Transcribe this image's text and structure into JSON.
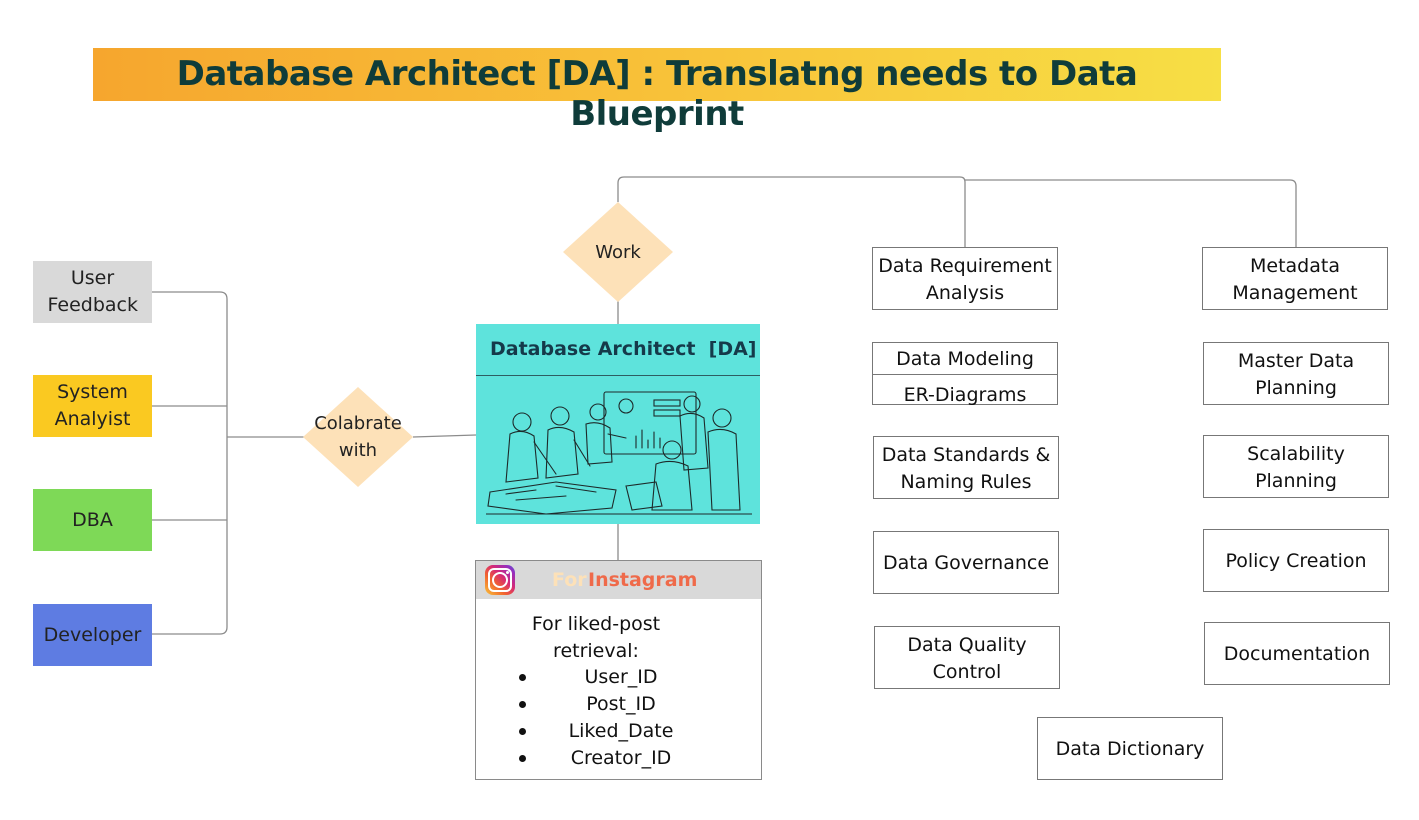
{
  "title": "Database Architect [DA] : Translatng needs to Data Blueprint",
  "stakeholders": [
    {
      "label": "User Feedback",
      "color": "#d9d9d9"
    },
    {
      "label": "System Analyist",
      "color": "#fac921"
    },
    {
      "label": "DBA",
      "color": "#7ed957"
    },
    {
      "label": "Developer",
      "color": "#5e7ce2"
    }
  ],
  "collaborate_label": "Colabrate with",
  "work_label": "Work",
  "architect_card": {
    "title": "Database Architect  [DA]"
  },
  "instagram_card": {
    "for_label": "For",
    "platform": "Instagram",
    "intro": "For liked-post retrieval:",
    "fields": [
      "User_ID",
      "Post_ID",
      "Liked_Date",
      "Creator_ID"
    ]
  },
  "tasks_left": {
    "requirement": "Data Requirement Analysis",
    "modeling_top": "Data Modeling",
    "modeling_bottom": "ER-Diagrams",
    "standards": "Data Standards & Naming Rules",
    "governance": "Data Governance",
    "quality": "Data Quality Control"
  },
  "tasks_right": {
    "metadata": "Metadata Management",
    "master": "Master Data Planning",
    "scalability": "Scalability Planning",
    "policy": "Policy Creation",
    "documentation": "Documentation"
  },
  "task_bottom": {
    "dictionary": "Data Dictionary"
  }
}
